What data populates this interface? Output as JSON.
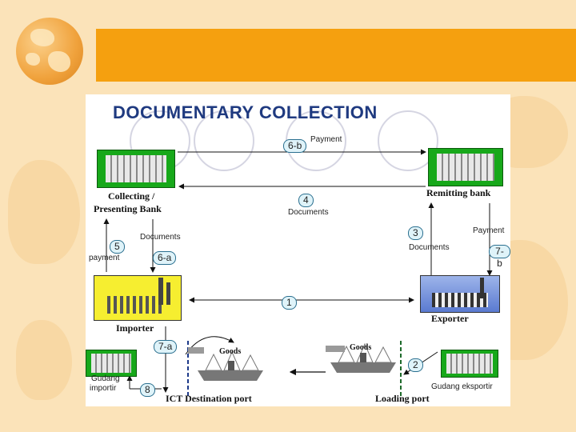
{
  "diagram": {
    "title": "DOCUMENTARY COLLECTION",
    "banks": {
      "collecting_label_line1": "Collecting /",
      "collecting_label_line2": "Presenting  Bank",
      "remitting_label": "Remitting bank"
    },
    "parties": {
      "importer": "Importer",
      "exporter": "Exporter"
    },
    "warehouses": {
      "importer_line1": "Gudang",
      "importer_line2": "importir",
      "exporter": "Gudang eksportir"
    },
    "ports": {
      "destination": "ICT  Destination port",
      "loading": "Loading port"
    },
    "goods": {
      "left": "Goods",
      "right": "Goods"
    },
    "steps": {
      "s1": "1",
      "s2": "2",
      "s3": "3",
      "s4": "4",
      "s5": "5",
      "s6a": "6-a",
      "s6b": "6-b",
      "s7a": "7-a",
      "s7b": "7-b",
      "s8": "8"
    },
    "flow_labels": {
      "payment_6b": "Payment",
      "documents_4": "Documents",
      "documents_6a": "Documents",
      "payment_5": "payment",
      "documents_3": "Documents",
      "payment_7b": "Payment"
    },
    "colors": {
      "title": "#1f3a80",
      "bank_green": "#17a81a",
      "banner": "#f5a00f"
    }
  }
}
